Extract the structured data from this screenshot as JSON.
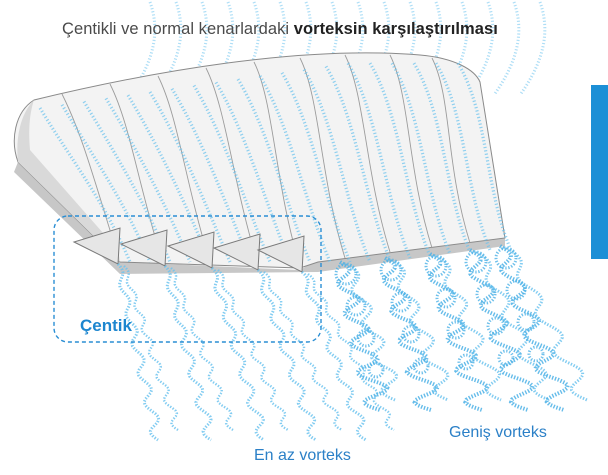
{
  "title": {
    "prefix": "Çentikli ve normal kenarlardaki ",
    "bold": "vorteksin karşılaştırılması"
  },
  "labels": {
    "notch": "Çentik",
    "wide_vortex": "Geniş vorteks",
    "min_vortex": "En az vorteks"
  },
  "colors": {
    "stream": "#6cc3ee",
    "stream_dense": "#4ab0e6",
    "accent": "#1d86cf",
    "blade_top": "#f2f2f2",
    "blade_side": "#cfcfcf",
    "blade_edge": "#8c8c8c",
    "side_tab": "#1c8fd6"
  }
}
